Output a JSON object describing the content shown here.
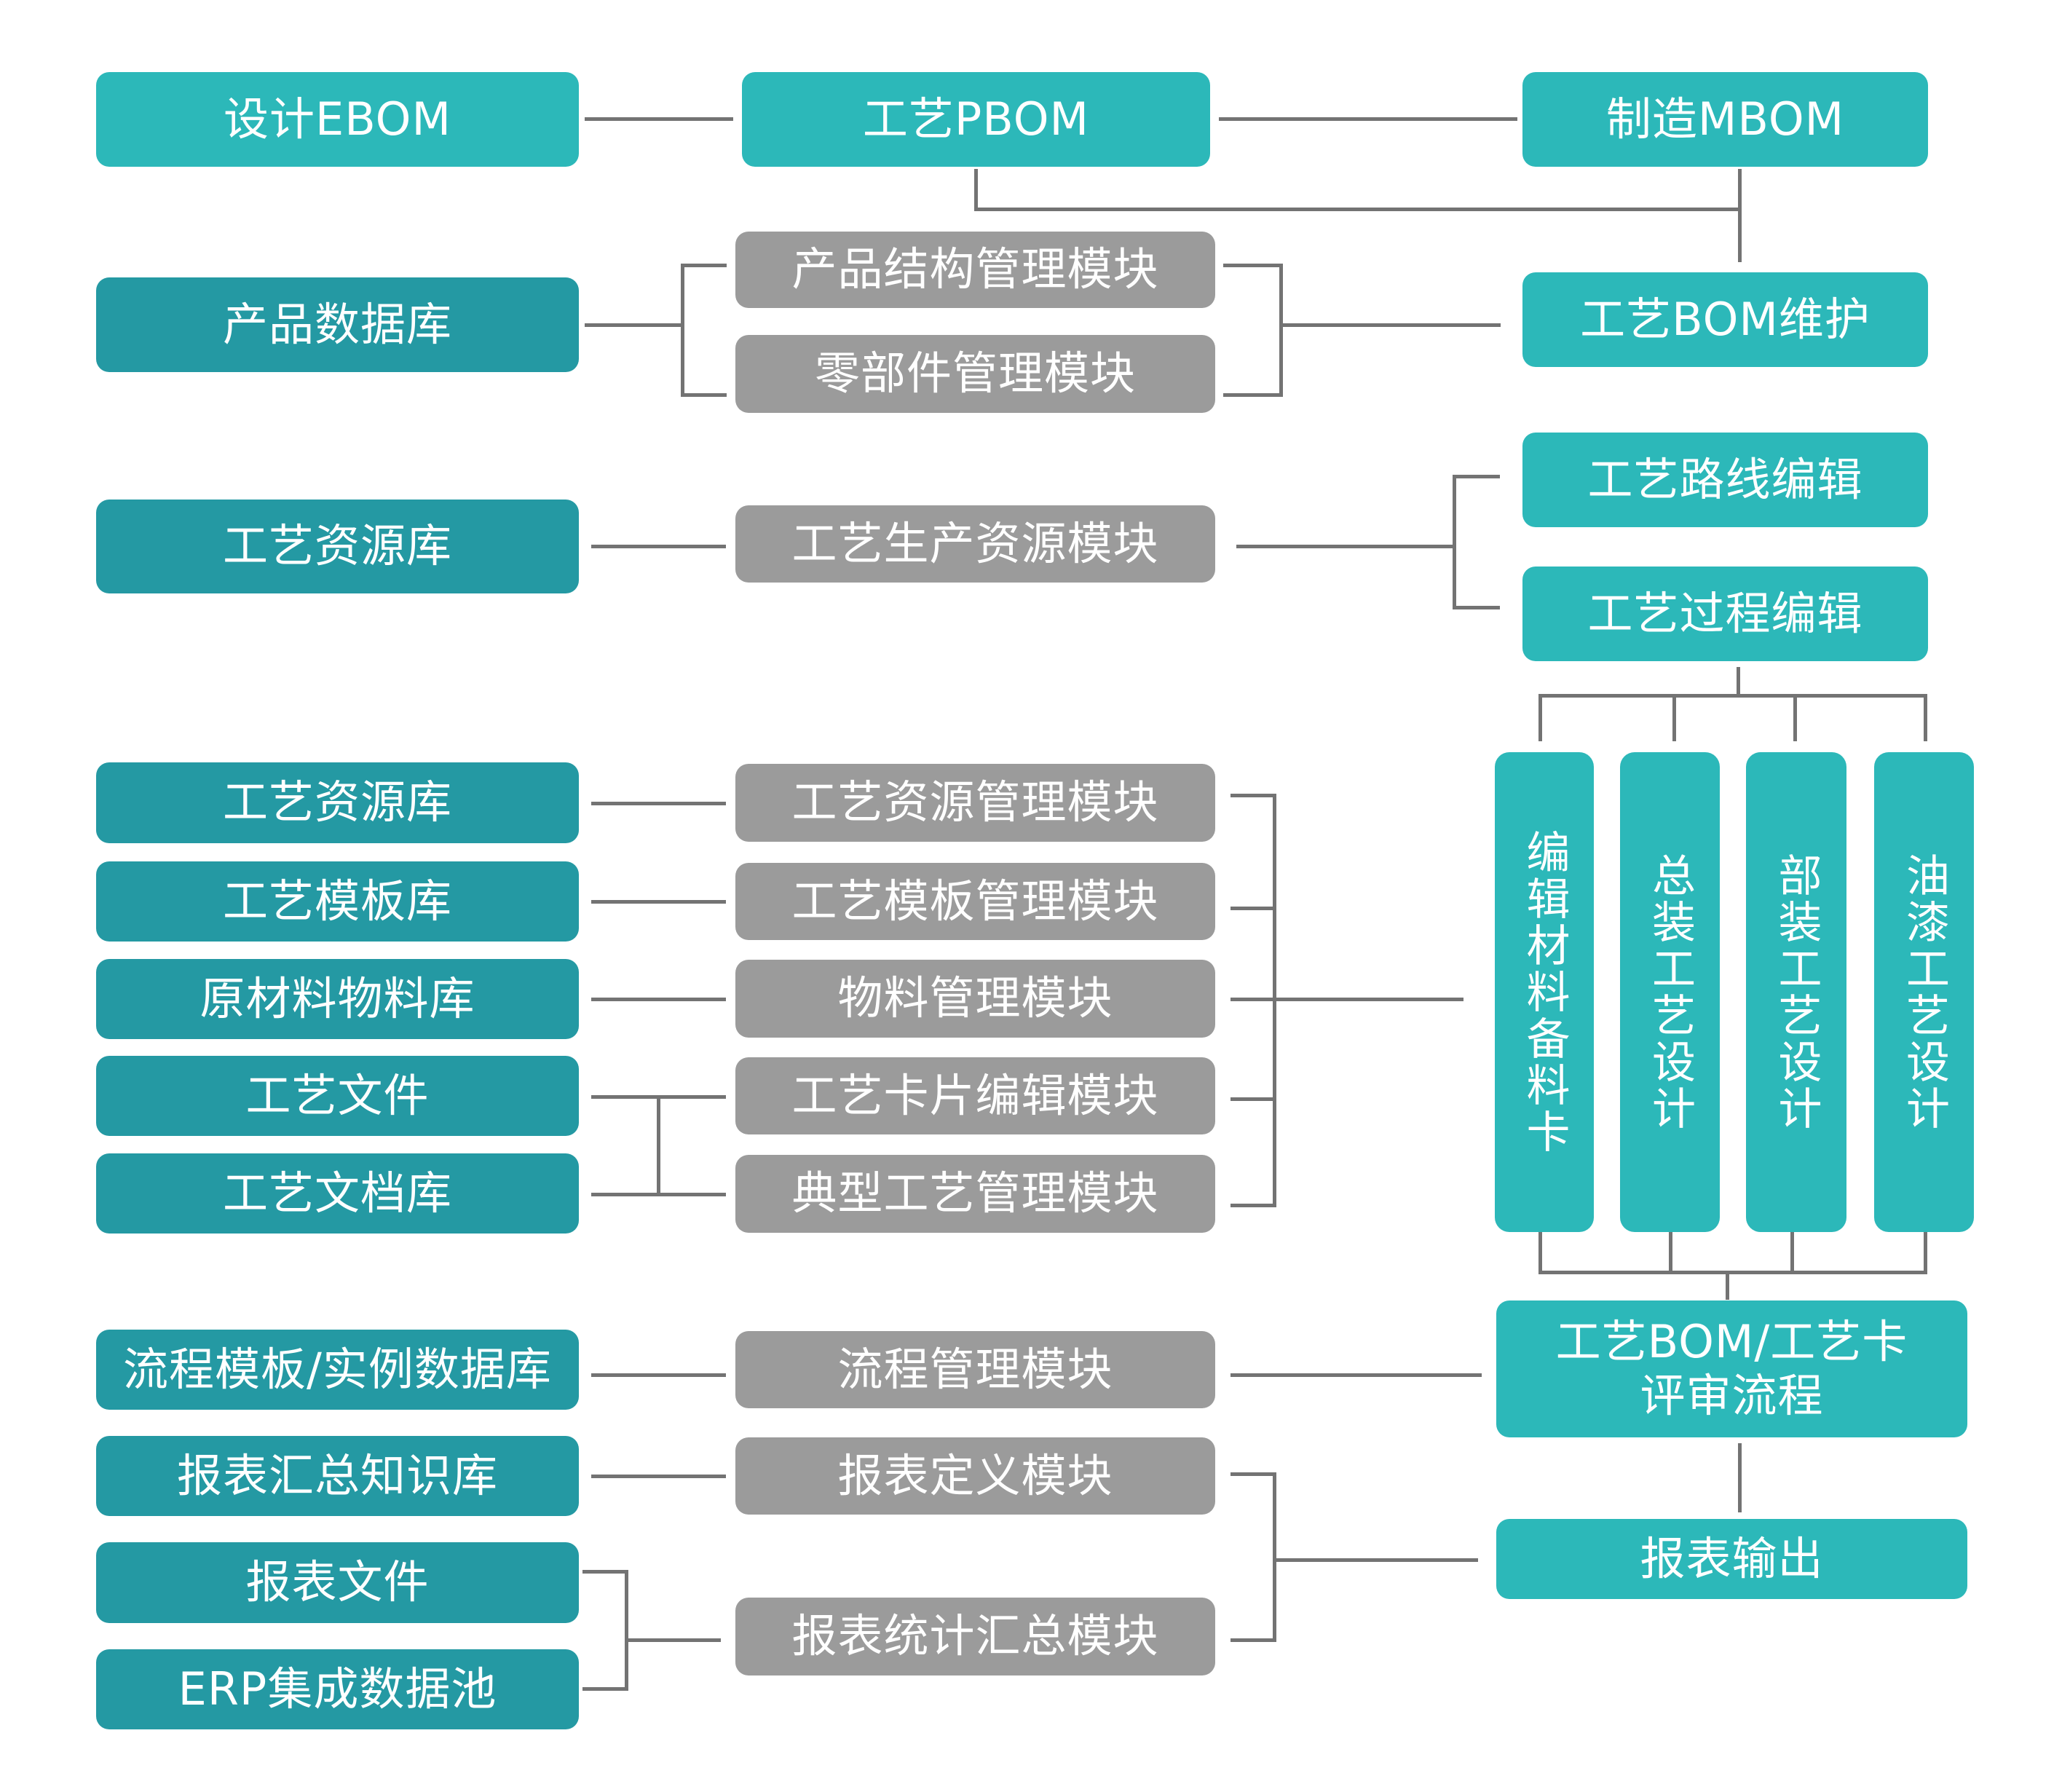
{
  "colors": {
    "primary_teal": "#2cb8b9",
    "database_teal": "#2499a3",
    "module_gray": "#9b9b9b",
    "connector": "#737373",
    "text": "#ffffff"
  },
  "top_row": {
    "ebom": "设计EBOM",
    "pbom": "工艺PBOM",
    "mbom": "制造MBOM"
  },
  "databases": [
    "产品数据库",
    "工艺资源库",
    "工艺资源库",
    "工艺模板库",
    "原材料物料库",
    "工艺文件",
    "工艺文档库",
    "流程模板/实例数据库",
    "报表汇总知识库",
    "报表文件",
    "ERP集成数据池"
  ],
  "modules": [
    "产品结构管理模块",
    "零部件管理模块",
    "工艺生产资源模块",
    "工艺资源管理模块",
    "工艺模板管理模块",
    "物料管理模块",
    "工艺卡片编辑模块",
    "典型工艺管理模块",
    "流程管理模块",
    "报表定义模块",
    "报表统计汇总模块"
  ],
  "outputs": {
    "bom_maintenance": "工艺BOM维护",
    "route_editing": "工艺路线编辑",
    "process_editing": "工艺过程编辑",
    "design_columns": [
      "编辑材料备料卡",
      "总装工艺设计",
      "部装工艺设计",
      "油漆工艺设计"
    ],
    "review_line1": "工艺BOM/工艺卡",
    "review_line2": "评审流程",
    "report_output": "报表输出"
  }
}
